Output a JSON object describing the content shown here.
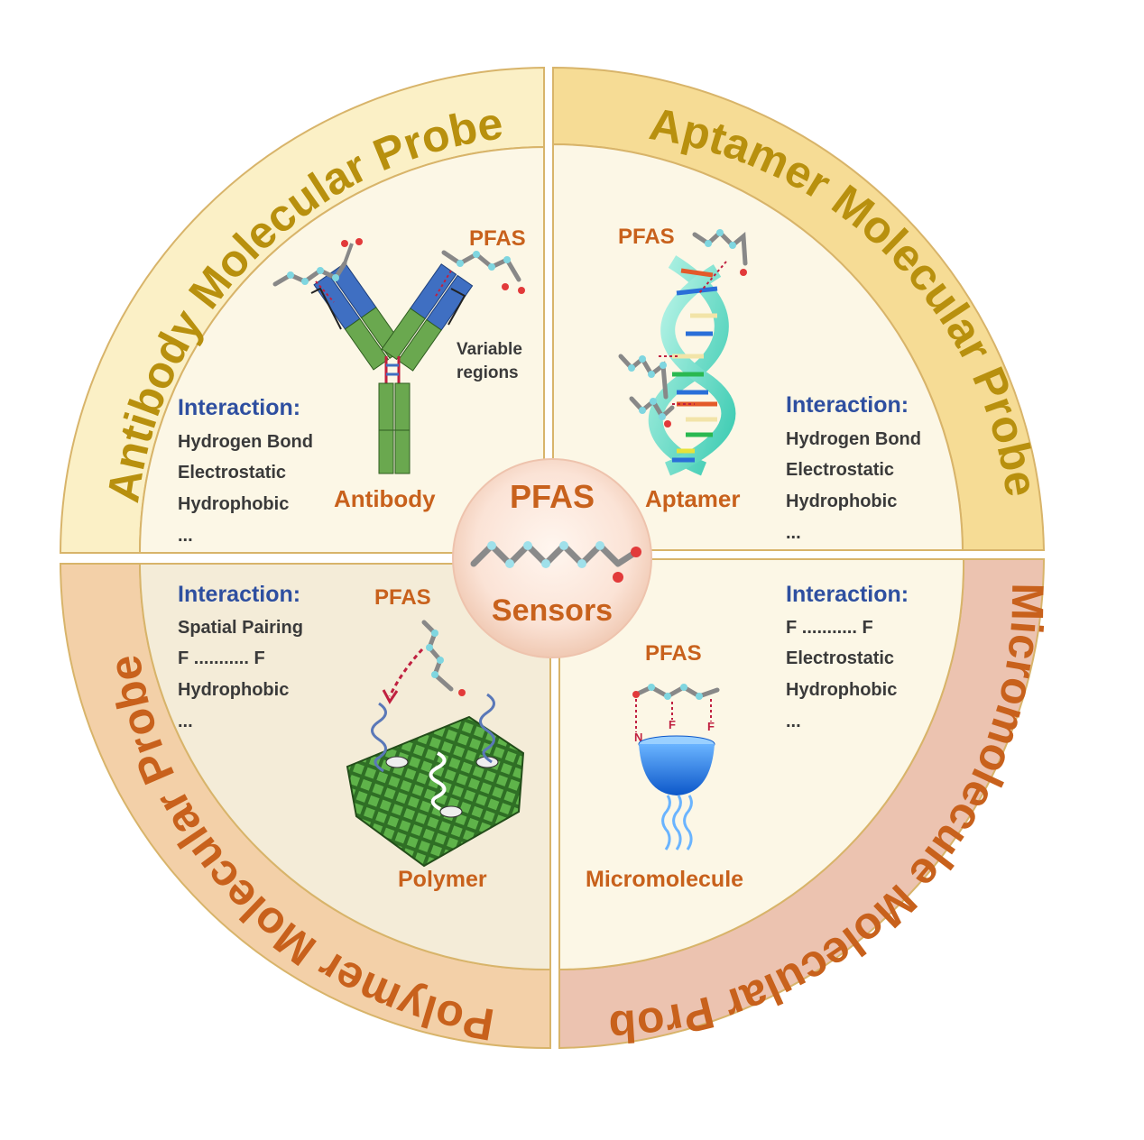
{
  "center": {
    "title": "PFAS",
    "subtitle": "Sensors"
  },
  "ring_titles": {
    "antibody": "Antibody  Molecular Probe",
    "aptamer": "Aptamer  Molecular Probe",
    "polymer": "Polymer  Molecular Probe",
    "micromolecule": "Micromolecule Molecular Probe"
  },
  "quadrants": {
    "antibody": {
      "name": "Antibody",
      "pfas_label": "PFAS",
      "variable_regions_line1": "Variable",
      "variable_regions_line2": "regions",
      "interaction_header": "Interaction:",
      "items": [
        "Hydrogen Bond",
        "Electrostatic",
        "Hydrophobic",
        "..."
      ]
    },
    "aptamer": {
      "name": "Aptamer",
      "pfas_label": "PFAS",
      "interaction_header": "Interaction:",
      "items": [
        "Hydrogen Bond",
        "Electrostatic",
        "Hydrophobic",
        "..."
      ]
    },
    "polymer": {
      "name": "Polymer",
      "pfas_label": "PFAS",
      "interaction_header": "Interaction:",
      "items": [
        "Spatial Pairing",
        "F ........... F",
        "Hydrophobic",
        "..."
      ]
    },
    "micromolecule": {
      "name": "Micromolecule",
      "pfas_label": "PFAS",
      "atom_labels": [
        "N",
        "F",
        "F"
      ],
      "interaction_header": "Interaction:",
      "items": [
        "F ........... F",
        "Electrostatic",
        "Hydrophobic",
        "..."
      ]
    }
  },
  "colors": {
    "ring_antibody": "#fbf0c6",
    "ring_aptamer": "#f6dc95",
    "ring_polymer": "#f3d0a8",
    "ring_micromolecule": "#ecc3b0",
    "inner_light": "#fcf7e6",
    "inner_polymer": "#f4ecd8",
    "ring_text_gold": "#b8900e",
    "ring_text_orange": "#c8611c",
    "accent_orange": "#c8611c",
    "interaction_blue": "#2e4fa0",
    "border": "#d8b46a"
  }
}
